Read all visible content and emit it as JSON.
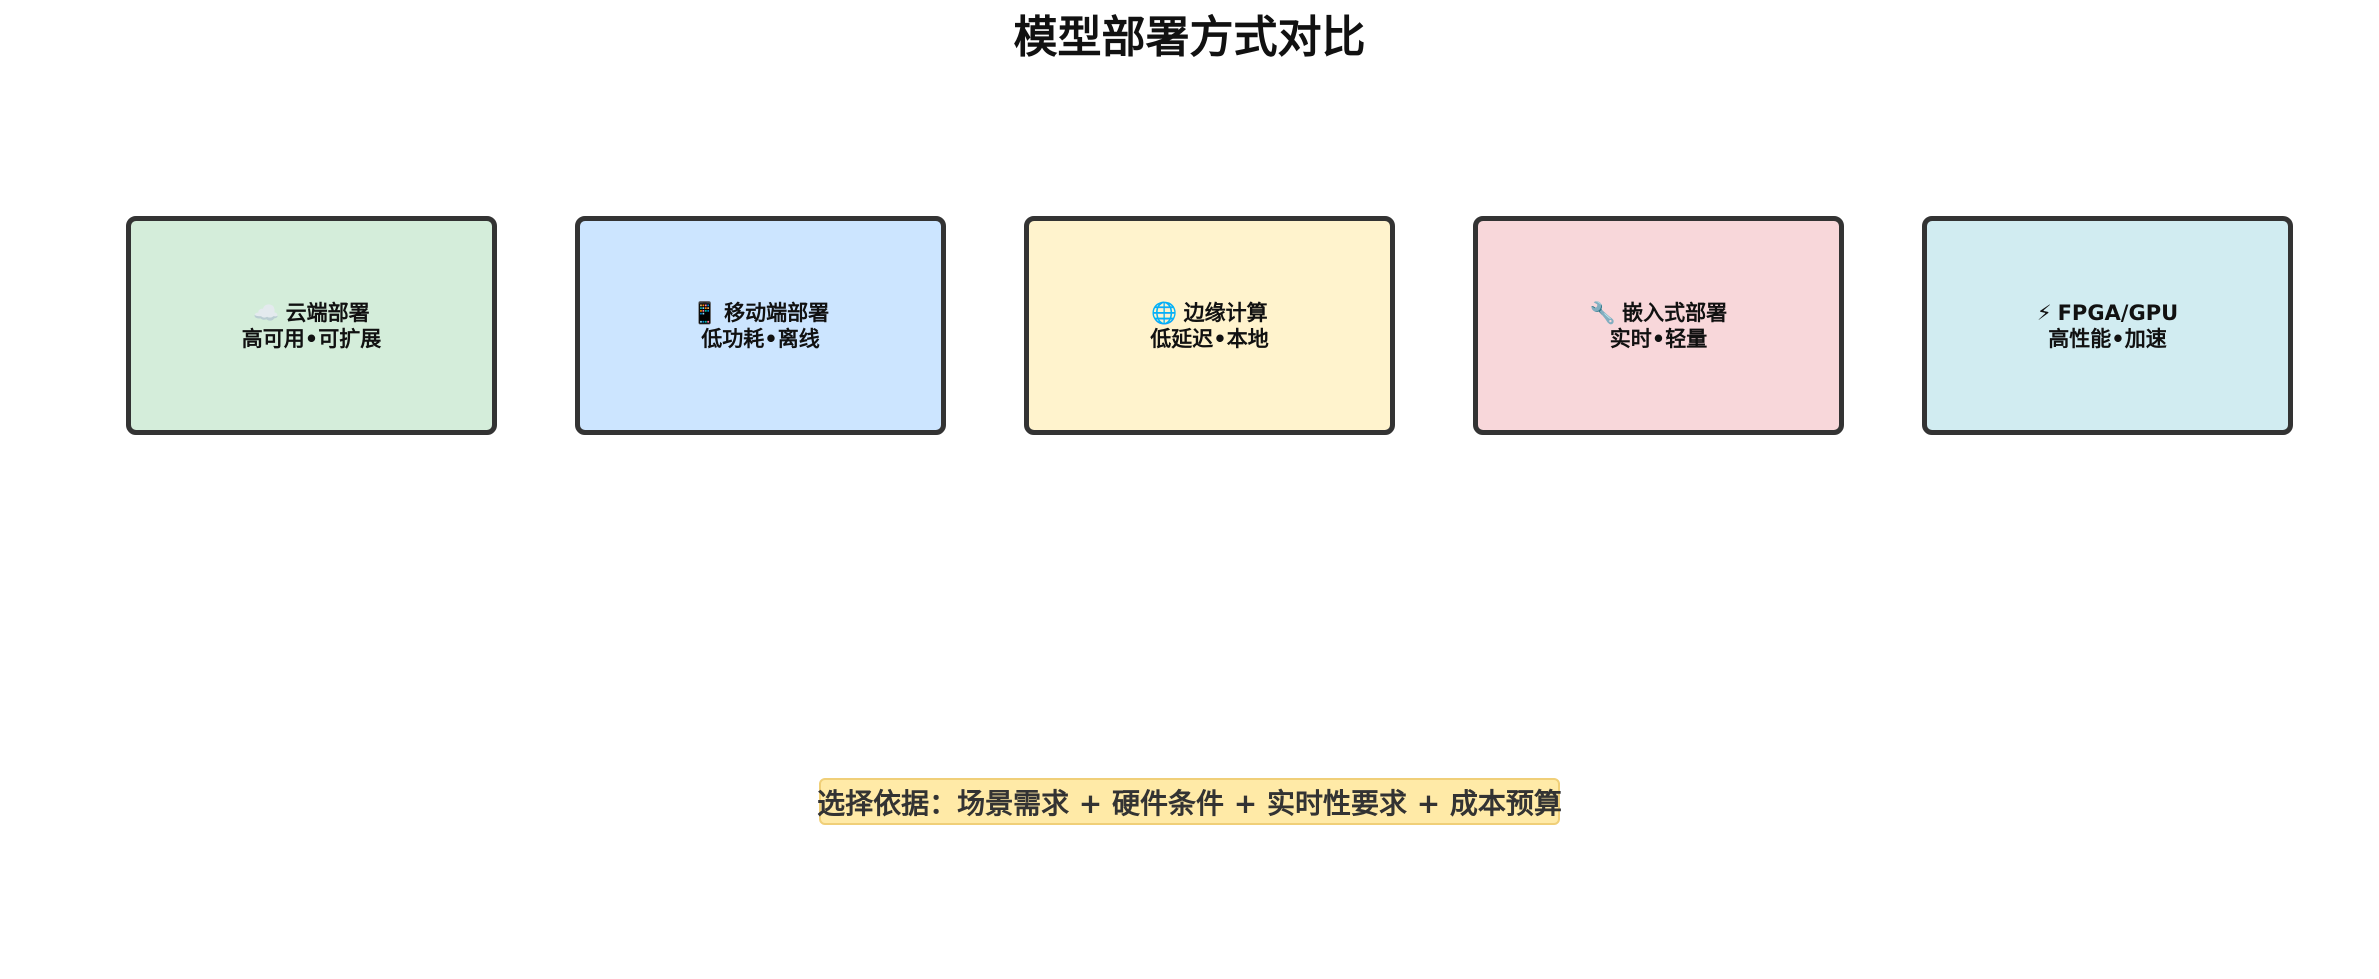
{
  "title": "模型部署方式对比",
  "cards": [
    {
      "icon": "☁️",
      "icon_name": "cloud-icon",
      "name": "云端部署",
      "features": "高可用•可扩展",
      "color": "#d4edda"
    },
    {
      "icon": "📱",
      "icon_name": "mobile-phone-icon",
      "name": "移动端部署",
      "features": "低功耗•离线",
      "color": "#cce5ff"
    },
    {
      "icon": "🌐",
      "icon_name": "edge-node-icon",
      "name": "边缘计算",
      "features": "低延迟•本地",
      "color": "#fff3cd"
    },
    {
      "icon": "🔧",
      "icon_name": "embedded-chip-icon",
      "name": "嵌入式部署",
      "features": "实时•轻量",
      "color": "#f8d7da"
    },
    {
      "icon": "⚡",
      "icon_name": "accelerator-icon",
      "name": "FPGA/GPU",
      "features": "高性能•加速",
      "color": "#d1ecf1"
    }
  ],
  "footer": {
    "text": "选择依据：场景需求 + 硬件条件 + 实时性要求 + 成本预算",
    "color": "#ffeaa7"
  }
}
